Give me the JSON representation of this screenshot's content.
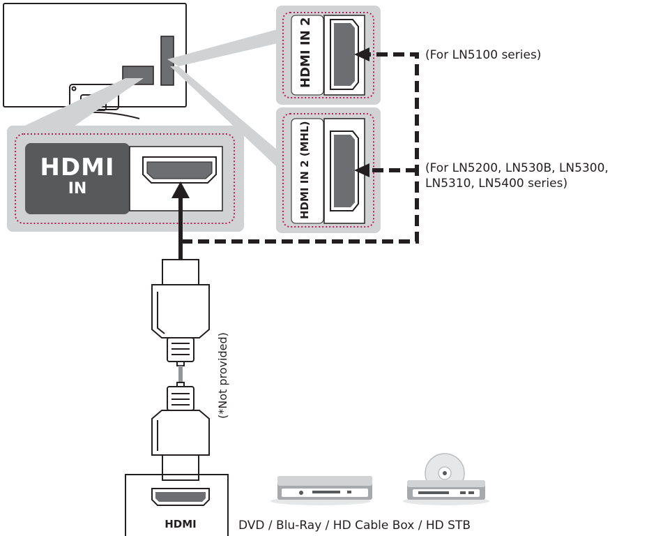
{
  "labels": {
    "ln5100": "(For LN5100 series)",
    "lnother_line1": "(For LN5200, LN530B, LN5300,",
    "lnother_line2": "LN5310, LN5400 series)",
    "not_provided": "(*Not provided)",
    "device_caption": "DVD / Blu-Ray / HD Cable Box / HD STB",
    "device_port": "HDMI"
  },
  "ports": {
    "main_logo": "HDMI",
    "main_sub": "IN",
    "side_top": "HDMI IN 2",
    "side_bottom": "HDMI IN 2 (MHL)"
  },
  "colors": {
    "panel_gray": "#d0d2d3",
    "port_dark": "#58595b",
    "dotted_accent": "#c2185b",
    "ink": "#231f20"
  }
}
